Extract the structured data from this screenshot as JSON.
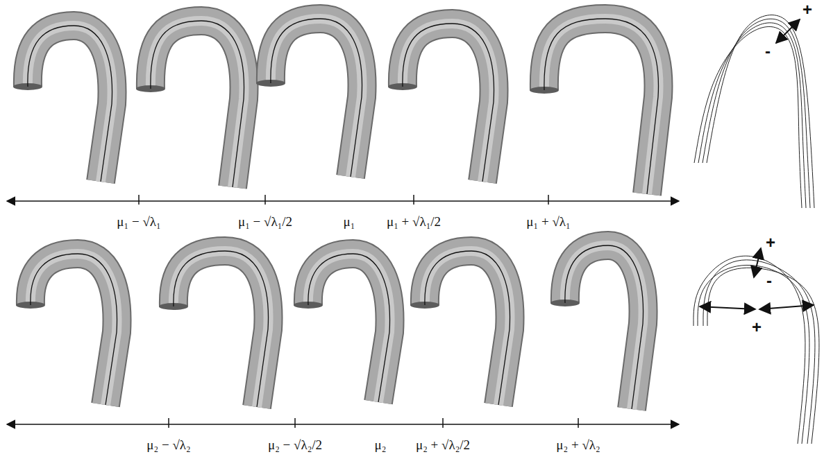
{
  "diagram": {
    "labels": [
      "μ₁ − √λ₁",
      "μ₁ − √λ₁/2",
      "μ₁",
      "μ₁ + √λ₁/2",
      "μ₁ + √λ₁",
      "+",
      "-",
      "μ₂ − √λ₂",
      "μ₂ − √λ₂/2",
      "μ₂",
      "μ₂ + √λ₂/2",
      "μ₂ + √λ₂",
      "+",
      "-",
      "+"
    ]
  }
}
